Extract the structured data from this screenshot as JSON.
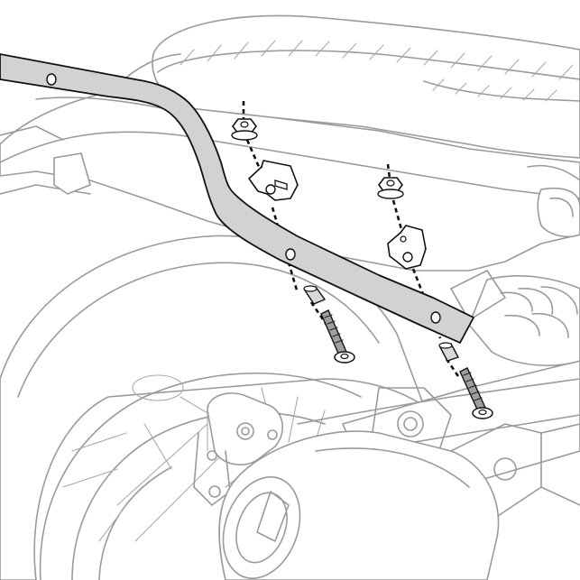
{
  "colors": {
    "drawing_line": "#9a9a9a",
    "part_outline": "#111111",
    "rack_fill": "#d2d2d2",
    "part_fill": "#ffffff",
    "spacer_fill": "#d9d9d9",
    "background": "#ffffff"
  },
  "parts": {
    "rack_arm": "side-rack-arm",
    "bracket_left": "mounting-bracket",
    "bracket_right": "mounting-bracket",
    "nut": "flange-nut",
    "spacer": "spacer",
    "bolt": "hex-bolt"
  }
}
